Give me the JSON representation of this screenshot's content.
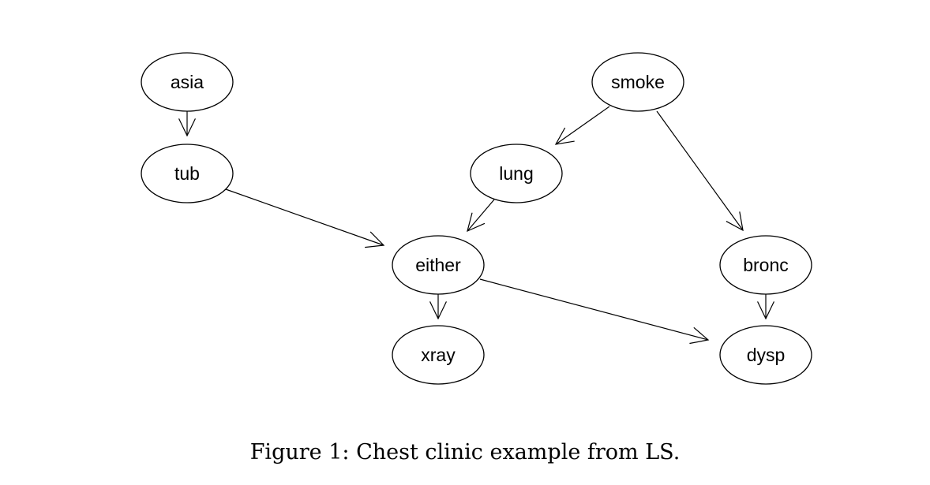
{
  "nodes": [
    {
      "id": "asia",
      "label": "asia"
    },
    {
      "id": "tub",
      "label": "tub"
    },
    {
      "id": "smoke",
      "label": "smoke"
    },
    {
      "id": "lung",
      "label": "lung"
    },
    {
      "id": "either",
      "label": "either"
    },
    {
      "id": "bronc",
      "label": "bronc"
    },
    {
      "id": "xray",
      "label": "xray"
    },
    {
      "id": "dysp",
      "label": "dysp"
    }
  ],
  "edges": [
    {
      "from": "asia",
      "to": "tub"
    },
    {
      "from": "smoke",
      "to": "lung"
    },
    {
      "from": "smoke",
      "to": "bronc"
    },
    {
      "from": "tub",
      "to": "either"
    },
    {
      "from": "lung",
      "to": "either"
    },
    {
      "from": "either",
      "to": "xray"
    },
    {
      "from": "either",
      "to": "dysp"
    },
    {
      "from": "bronc",
      "to": "dysp"
    }
  ],
  "caption": "Figure 1: Chest clinic example from LS."
}
